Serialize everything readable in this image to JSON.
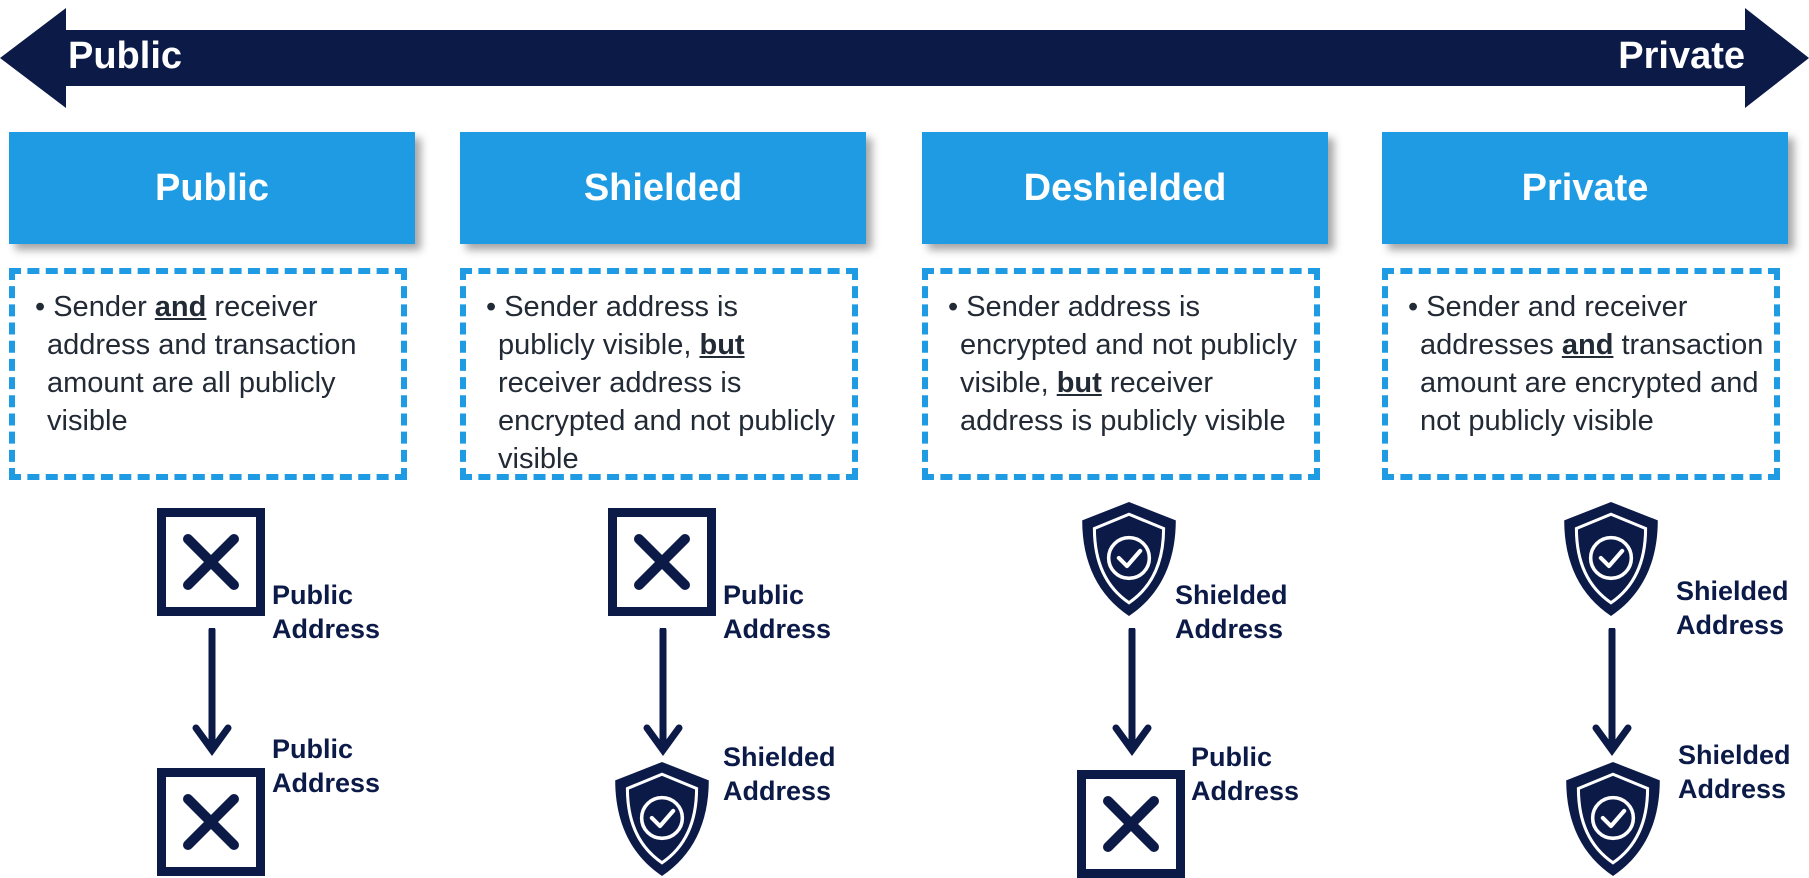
{
  "spectrum": {
    "left_label": "Public",
    "right_label": "Private",
    "color": "#0c1a48"
  },
  "accent_color": "#1e9be3",
  "columns": [
    {
      "title": "Public",
      "desc_parts": [
        "Sender ",
        "and",
        " receiver address and transaction amount are all publicly visible"
      ],
      "from": {
        "icon": "x-box-icon",
        "label_line1": "Public",
        "label_line2": "Address"
      },
      "to": {
        "icon": "x-box-icon",
        "label_line1": "Public",
        "label_line2": "Address"
      }
    },
    {
      "title": "Shielded",
      "desc_parts": [
        "Sender address is publicly visible, ",
        "but",
        " receiver address is encrypted and not publicly visible"
      ],
      "from": {
        "icon": "x-box-icon",
        "label_line1": "Public",
        "label_line2": "Address"
      },
      "to": {
        "icon": "shield-check-icon",
        "label_line1": "Shielded",
        "label_line2": "Address"
      }
    },
    {
      "title": "Deshielded",
      "desc_parts": [
        "Sender address is encrypted and not publicly visible, ",
        "but",
        " receiver address is publicly visible"
      ],
      "from": {
        "icon": "shield-check-icon",
        "label_line1": "Shielded",
        "label_line2": "Address"
      },
      "to": {
        "icon": "x-box-icon",
        "label_line1": "Public",
        "label_line2": "Address"
      }
    },
    {
      "title": "Private",
      "desc_parts": [
        "Sender and receiver addresses ",
        "and",
        " transaction amount are encrypted and not publicly visible"
      ],
      "from": {
        "icon": "shield-check-icon",
        "label_line1": "Shielded",
        "label_line2": "Address"
      },
      "to": {
        "icon": "shield-check-icon",
        "label_line1": "Shielded",
        "label_line2": "Address"
      }
    }
  ]
}
